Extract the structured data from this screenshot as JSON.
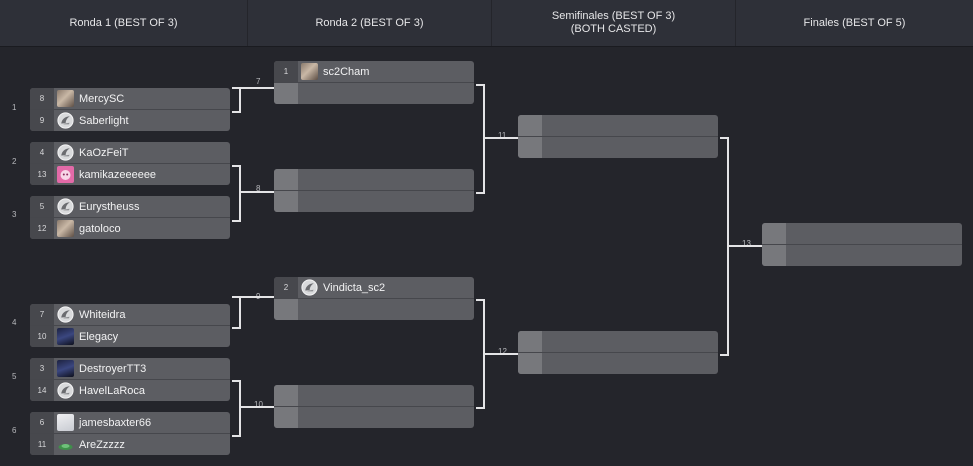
{
  "rounds": [
    {
      "label": "Ronda 1 (BEST OF 3)"
    },
    {
      "label": "Ronda 2 (BEST OF 3)"
    },
    {
      "label": "Semifinales (BEST OF 3)",
      "sub": "(BOTH CASTED)"
    },
    {
      "label": "Finales (BEST OF 5)"
    }
  ],
  "matches": {
    "m1": {
      "num": "1",
      "players": [
        {
          "seed": "8",
          "name": "MercySC",
          "icon": "photo-avatar-icon"
        },
        {
          "seed": "9",
          "name": "Saberlight",
          "icon": "protoss-logo-icon"
        }
      ]
    },
    "m2": {
      "num": "2",
      "players": [
        {
          "seed": "4",
          "name": "KaOzFeiT",
          "icon": "protoss-logo-icon"
        },
        {
          "seed": "13",
          "name": "kamikazeeeeee",
          "icon": "pink-creature-icon"
        }
      ]
    },
    "m3": {
      "num": "3",
      "players": [
        {
          "seed": "5",
          "name": "Eurystheuss",
          "icon": "protoss-logo-icon"
        },
        {
          "seed": "12",
          "name": "gatoloco",
          "icon": "photo-avatar-icon"
        }
      ]
    },
    "m4": {
      "num": "4",
      "players": [
        {
          "seed": "7",
          "name": "Whiteidra",
          "icon": "protoss-logo-icon"
        },
        {
          "seed": "10",
          "name": "Elegacy",
          "icon": "dark-portrait-icon"
        }
      ]
    },
    "m5": {
      "num": "5",
      "players": [
        {
          "seed": "3",
          "name": "DestroyerTT3",
          "icon": "dark-portrait-icon"
        },
        {
          "seed": "14",
          "name": "HavelLaRoca",
          "icon": "protoss-logo-icon"
        }
      ]
    },
    "m6": {
      "num": "6",
      "players": [
        {
          "seed": "6",
          "name": "jamesbaxter66",
          "icon": "white-portrait-icon"
        },
        {
          "seed": "11",
          "name": "AreZzzzz",
          "icon": "green-creature-icon"
        }
      ]
    },
    "m7": {
      "num": "7",
      "players": [
        {
          "seed": "1",
          "name": "sc2Cham",
          "icon": "photo-avatar-icon"
        },
        {
          "seed": "",
          "name": "",
          "icon": ""
        }
      ]
    },
    "m8": {
      "num": "8",
      "players": [
        {
          "seed": "",
          "name": "",
          "icon": ""
        },
        {
          "seed": "",
          "name": "",
          "icon": ""
        }
      ]
    },
    "m9": {
      "num": "9",
      "players": [
        {
          "seed": "2",
          "name": "Vindicta_sc2",
          "icon": "protoss-logo-icon"
        },
        {
          "seed": "",
          "name": "",
          "icon": ""
        }
      ]
    },
    "m10": {
      "num": "10",
      "players": [
        {
          "seed": "",
          "name": "",
          "icon": ""
        },
        {
          "seed": "",
          "name": "",
          "icon": ""
        }
      ]
    },
    "m11": {
      "num": "11",
      "players": [
        {
          "seed": "",
          "name": "",
          "icon": ""
        },
        {
          "seed": "",
          "name": "",
          "icon": ""
        }
      ]
    },
    "m12": {
      "num": "12",
      "players": [
        {
          "seed": "",
          "name": "",
          "icon": ""
        },
        {
          "seed": "",
          "name": "",
          "icon": ""
        }
      ]
    },
    "m13": {
      "num": "13",
      "players": [
        {
          "seed": "",
          "name": "",
          "icon": ""
        },
        {
          "seed": "",
          "name": "",
          "icon": ""
        }
      ]
    }
  },
  "colors": {
    "background": "#24252b",
    "header": "#2e3038",
    "match": "#5c5d62",
    "seed": "#47484d",
    "empty_seed": "#77787c",
    "connector": "#e4e4e6"
  }
}
